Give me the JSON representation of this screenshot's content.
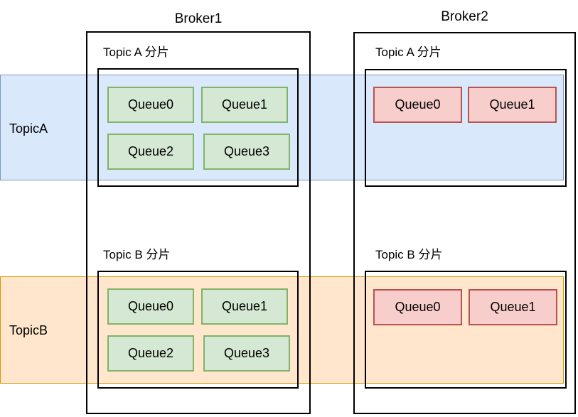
{
  "diagram": {
    "topics": [
      {
        "label": "TopicA",
        "fill": "#dae8fc",
        "stroke": "#7d96bc"
      },
      {
        "label": "TopicB",
        "fill": "#ffe6cc",
        "stroke": "#d79b00"
      }
    ],
    "brokers": [
      {
        "title": "Broker1",
        "shards": [
          {
            "label": "Topic A 分片",
            "queue_color": "green",
            "queues": [
              "Queue0",
              "Queue1",
              "Queue2",
              "Queue3"
            ]
          },
          {
            "label": "Topic B 分片",
            "queue_color": "green",
            "queues": [
              "Queue0",
              "Queue1",
              "Queue2",
              "Queue3"
            ]
          }
        ]
      },
      {
        "title": "Broker2",
        "shards": [
          {
            "label": "Topic A 分片",
            "queue_color": "red",
            "queues": [
              "Queue0",
              "Queue1"
            ]
          },
          {
            "label": "Topic B 分片",
            "queue_color": "red",
            "queues": [
              "Queue0",
              "Queue1"
            ]
          }
        ]
      }
    ],
    "colors": {
      "green_fill": "#d5e8d4",
      "green_stroke": "#82b366",
      "red_fill": "#f8cecc",
      "red_stroke": "#b85450",
      "blue_fill": "#dae8fc",
      "blue_stroke": "#7d96bc",
      "orange_fill": "#ffe6cc",
      "orange_stroke": "#d79b00",
      "box_stroke": "#000000",
      "text": "#000000"
    }
  }
}
